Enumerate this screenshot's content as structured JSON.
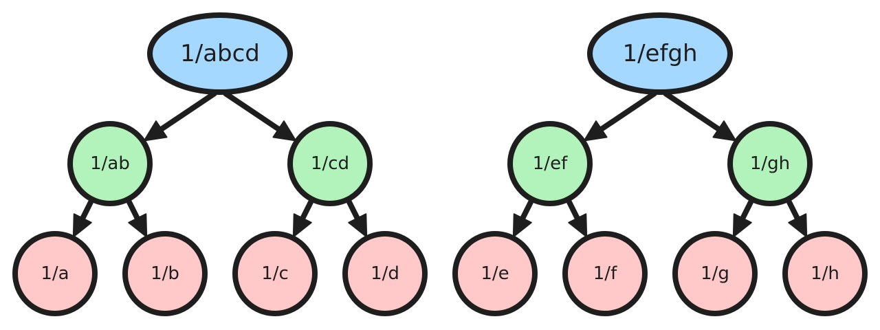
{
  "colors": {
    "stroke": "#1e1e1e",
    "root_fill": "#a5d8ff",
    "mid_fill": "#b2f2bb",
    "leaf_fill": "#ffc9c9",
    "background": "#ffffff"
  },
  "trees": [
    {
      "root": "1/abcd",
      "children": [
        {
          "label": "1/ab",
          "leaves": [
            "1/a",
            "1/b"
          ]
        },
        {
          "label": "1/cd",
          "leaves": [
            "1/c",
            "1/d"
          ]
        }
      ]
    },
    {
      "root": "1/efgh",
      "children": [
        {
          "label": "1/ef",
          "leaves": [
            "1/e",
            "1/f"
          ]
        },
        {
          "label": "1/gh",
          "leaves": [
            "1/g",
            "1/h"
          ]
        }
      ]
    }
  ]
}
